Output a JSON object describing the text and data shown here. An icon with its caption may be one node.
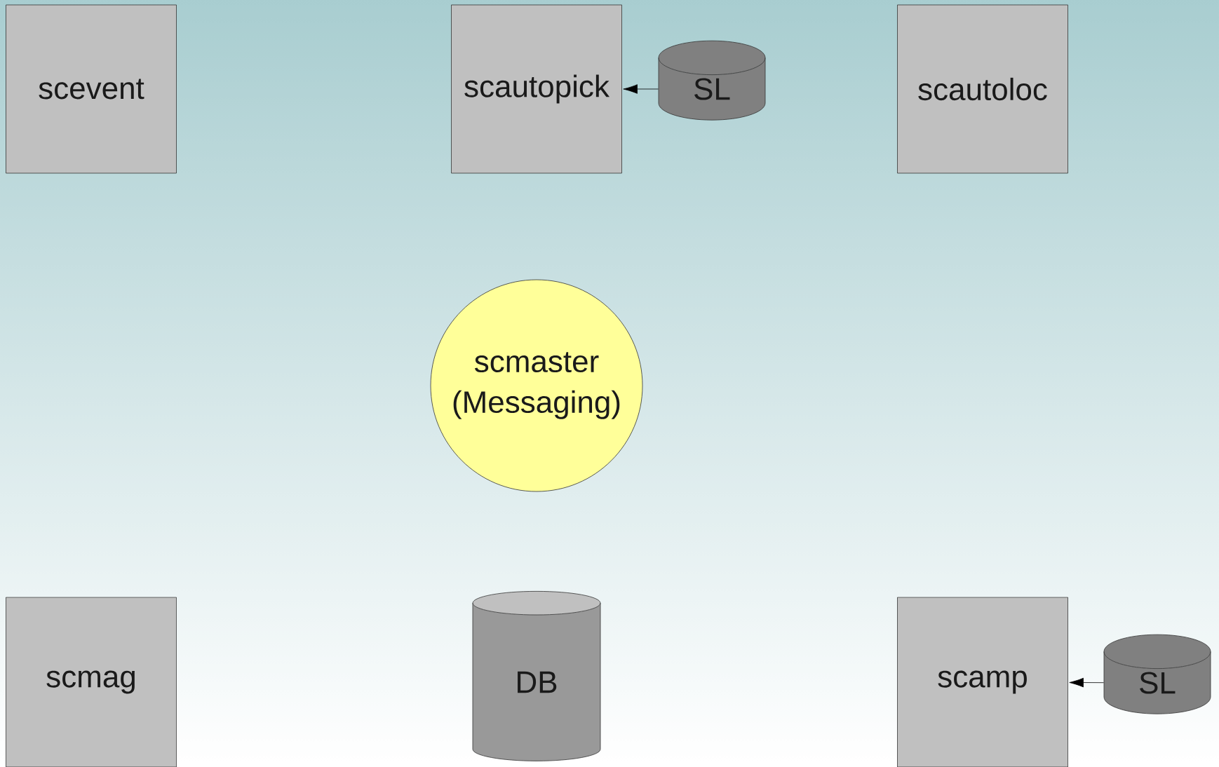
{
  "diagram": {
    "nodes": [
      {
        "text": [
          "scevent"
        ]
      },
      {
        "text": [
          "scautopick"
        ]
      },
      {
        "text": [
          "SL"
        ]
      },
      {
        "text": [
          "scautoloc"
        ]
      },
      {
        "text": [
          "scmaster (Messaging)"
        ]
      },
      {
        "text": [
          "scmag"
        ]
      },
      {
        "text": [
          "DB"
        ]
      },
      {
        "text": [
          "scamp"
        ]
      },
      {
        "text": [
          "SL"
        ]
      }
    ],
    "edges": [
      {
        "from": 2,
        "to": 1,
        "arrow": "to"
      },
      {
        "from": 8,
        "to": 7,
        "arrow": "to"
      }
    ]
  }
}
